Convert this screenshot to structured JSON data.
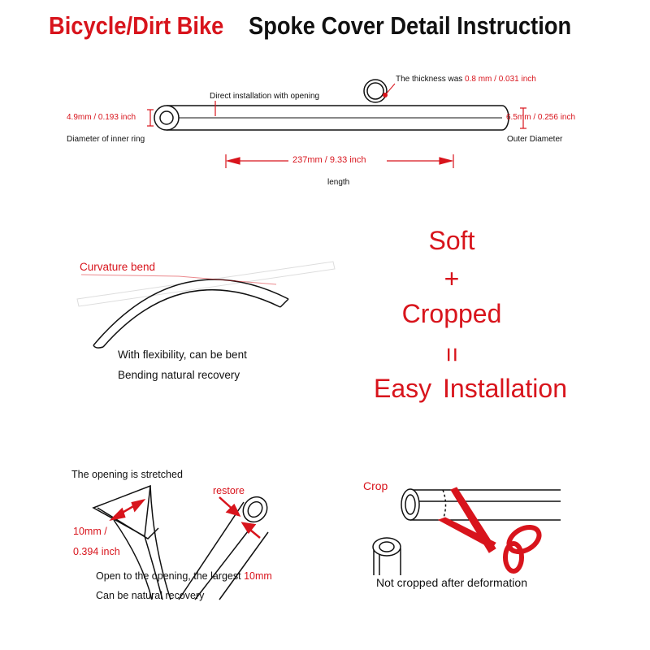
{
  "title": {
    "red_part": "Bicycle/Dirt Bike",
    "black_part": "Spoke Cover Detail Instruction"
  },
  "dimensions": {
    "opening_label": "Direct installation with opening",
    "thickness_prefix": "The thickness was",
    "thickness_value": "0.8 mm / 0.031 inch",
    "inner_diameter_value": "4.9mm / 0.193 inch",
    "inner_diameter_label": "Diameter of inner ring",
    "outer_diameter_value": "6.5mm / 0.256 inch",
    "outer_diameter_label": "Outer Diameter",
    "length_value": "237mm / 9.33 inch",
    "length_label": "length"
  },
  "flex": {
    "title": "Curvature bend",
    "line1": "With flexibility, can be bent",
    "line2": "Bending natural recovery"
  },
  "slogan": {
    "soft": "Soft",
    "plus": "+",
    "cropped": "Cropped",
    "equals": "=",
    "easy": "Easy",
    "installation": "Installation"
  },
  "opening": {
    "title": "The opening is stretched",
    "restore": "restore",
    "size1": "10mm /",
    "size2": "0.394 inch",
    "line1_prefix": "Open to the opening, the largest ",
    "line1_value": "10mm",
    "line2": "Can be natural recovery"
  },
  "crop": {
    "title": "Crop",
    "caption": "Not cropped after deformation"
  },
  "colors": {
    "accent": "#d8141c",
    "text": "#111111"
  }
}
